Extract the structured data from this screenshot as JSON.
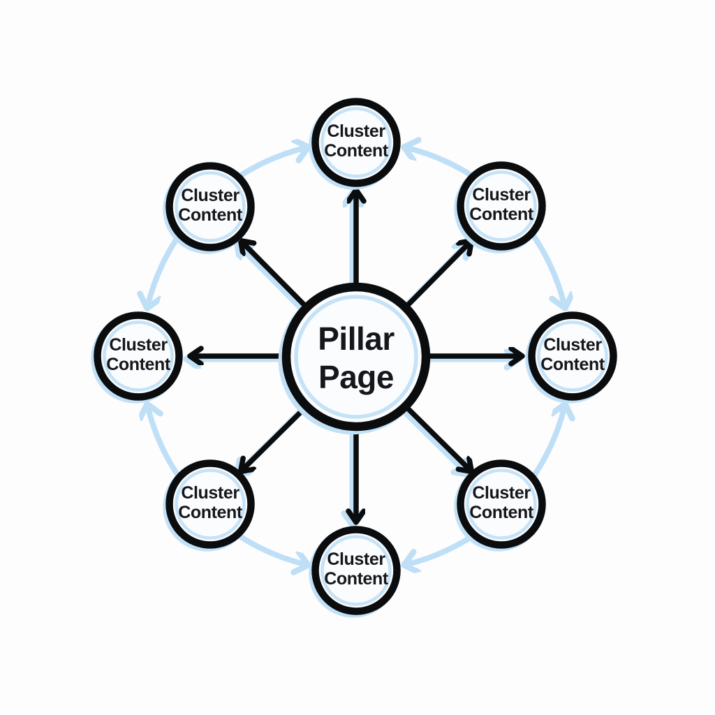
{
  "diagram": {
    "center": {
      "label": "Pillar Page",
      "lines": [
        "Pillar",
        "Page"
      ]
    },
    "cluster_lines": [
      "Cluster",
      "Content"
    ],
    "clusters": [
      {
        "position": "top",
        "label": "Cluster Content"
      },
      {
        "position": "top-right",
        "label": "Cluster Content"
      },
      {
        "position": "right",
        "label": "Cluster Content"
      },
      {
        "position": "bottom-right",
        "label": "Cluster Content"
      },
      {
        "position": "bottom",
        "label": "Cluster Content"
      },
      {
        "position": "bottom-left",
        "label": "Cluster Content"
      },
      {
        "position": "left",
        "label": "Cluster Content"
      },
      {
        "position": "top-left",
        "label": "Cluster Content"
      }
    ],
    "colors": {
      "accent_blue": "#BFDFF7",
      "inner_ring_blue": "#C5E2F7",
      "line_black": "#0B0C0E",
      "text": "#15171B",
      "node_fill": "#FAFCFE",
      "background": "#FDFDFE"
    }
  }
}
